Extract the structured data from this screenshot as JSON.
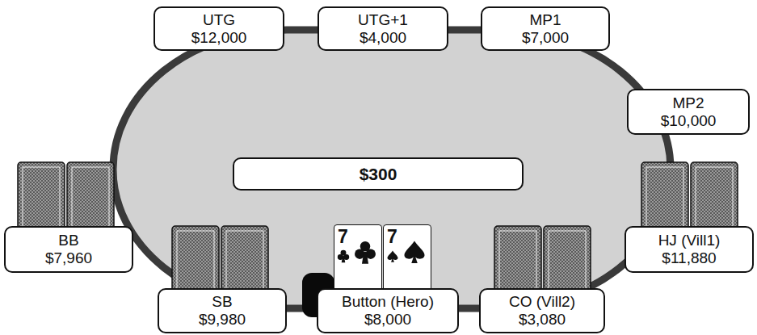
{
  "diagram": {
    "nodes": [
      {
        "text": [
          "UTG",
          "$12,000"
        ]
      },
      {
        "text": [
          "UTG+1",
          "$4,000"
        ]
      },
      {
        "text": [
          "MP1",
          "$7,000"
        ]
      },
      {
        "text": [
          "MP2",
          "$10,000"
        ]
      },
      {
        "text": [
          "$300"
        ]
      },
      {
        "text": [
          "BB",
          "$7,960"
        ]
      },
      {
        "text": [
          "HJ (Vill1)",
          "$11,880"
        ]
      },
      {
        "text": [
          "SB",
          "$9,980"
        ]
      },
      {
        "text": [
          "7"
        ]
      },
      {
        "text": [
          "7"
        ]
      },
      {
        "text": [
          "Button (Hero)",
          "$8,000"
        ]
      },
      {
        "text": [
          "CO (Vill2)",
          "$3,080"
        ]
      }
    ]
  }
}
